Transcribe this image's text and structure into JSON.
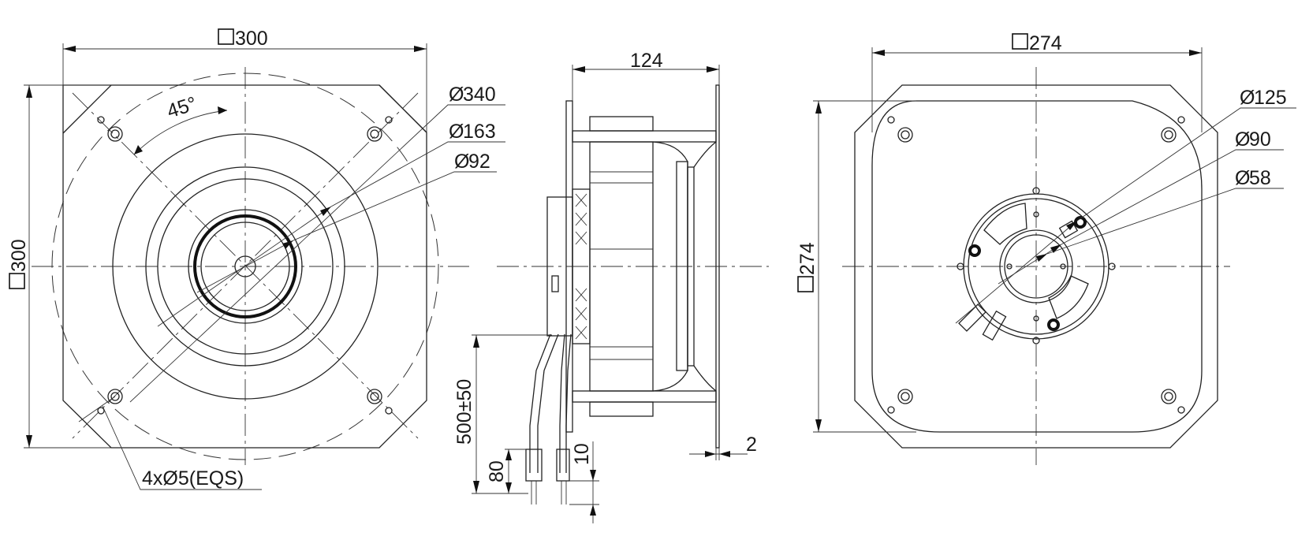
{
  "front_view": {
    "width_label": "300",
    "height_label": "300",
    "angle_label": "45°",
    "diameters": [
      "340",
      "163",
      "92"
    ],
    "holes_label": "4xØ5(EQS)",
    "square_symbol": "square"
  },
  "side_view": {
    "depth_label": "124",
    "cable_length_label": "500±50",
    "strip_label": "80",
    "terminal_label": "10",
    "flange_label": "2"
  },
  "rear_view": {
    "width_label": "274",
    "height_label": "274",
    "diameters": [
      "125",
      "90",
      "58"
    ],
    "square_symbol": "square"
  },
  "diameter_symbol": "Ø"
}
